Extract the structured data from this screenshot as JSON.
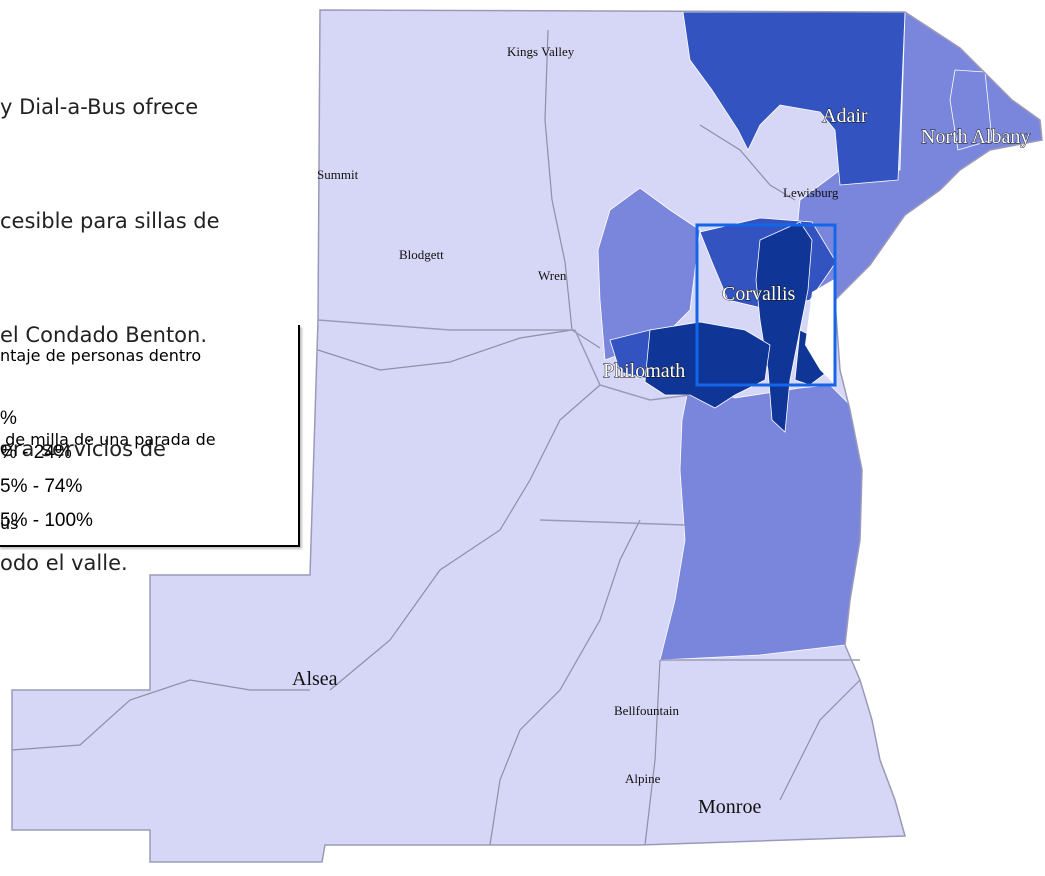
{
  "intro_lines": [
    "y Dial-a-Bus ofrece",
    "cesible para sillas de",
    "el Condado Benton.",
    "era servicios de",
    "odo el valle."
  ],
  "legend": {
    "title_lines": [
      "ntaje de personas dentro",
      " de milla de una parada de",
      "ús"
    ],
    "items": [
      {
        "label": "%",
        "color": "#d6d6f7"
      },
      {
        "label": "% - 24%",
        "color": "#7a86dc"
      },
      {
        "label": "5% - 74%",
        "color": "#3253c0"
      },
      {
        "label": "5% - 100%",
        "color": "#0f3596"
      }
    ]
  },
  "map": {
    "colors": {
      "base": "#d6d6f7",
      "medium": "#7a86dc",
      "high": "#3253c0",
      "highest": "#0f3596",
      "border": "#9a9ab8",
      "road": "#8f8fa6",
      "highlight_box": "#1565e8"
    },
    "towns": {
      "kings_valley": "Kings Valley",
      "summit": "Summit",
      "blodgett": "Blodgett",
      "wren": "Wren",
      "lewisburg": "Lewisburg",
      "bellfountain": "Bellfountain",
      "alpine": "Alpine"
    },
    "major_towns": {
      "adair": "Adair",
      "north_albany": "North Albany",
      "corvallis": "Corvallis",
      "philomath": "Philomath",
      "alsea": "Alsea",
      "monroe": "Monroe"
    }
  }
}
